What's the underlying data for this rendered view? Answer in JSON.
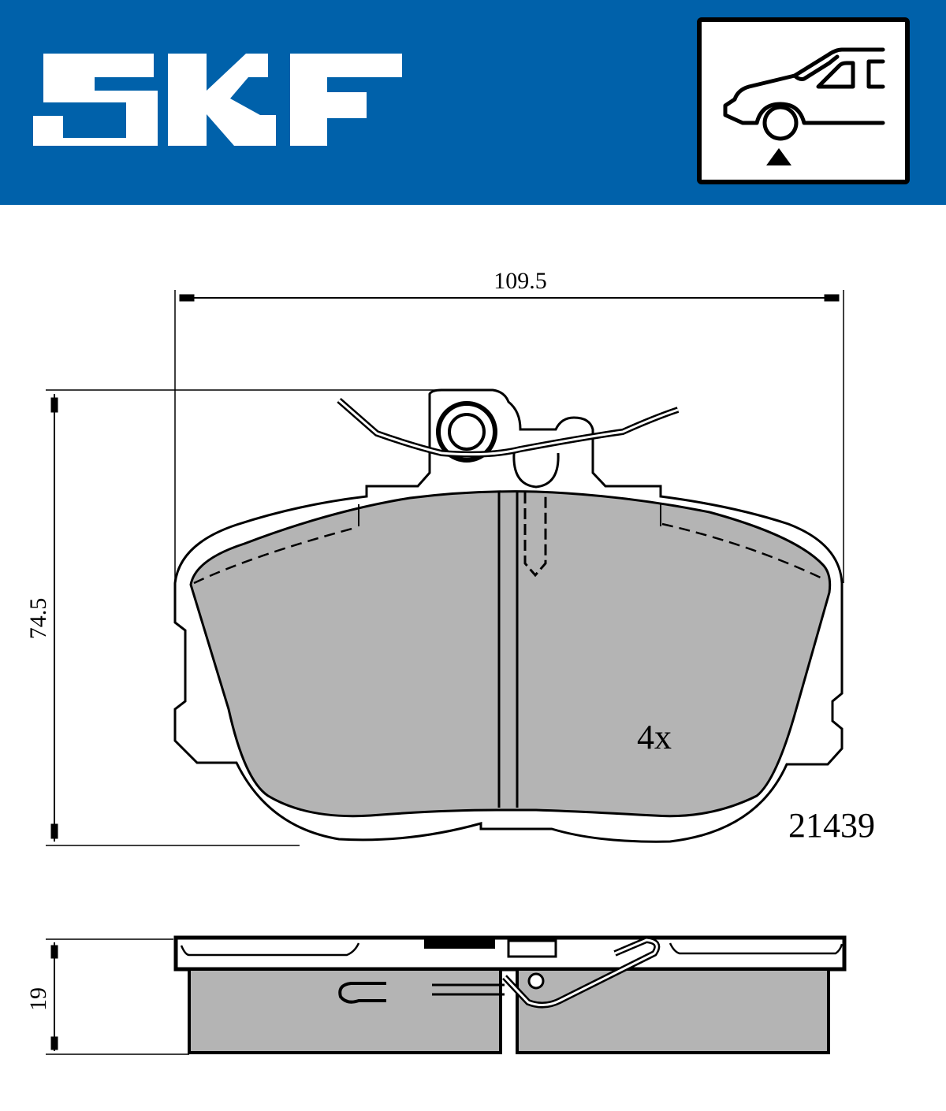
{
  "header": {
    "brand": "SKF",
    "background_color": "#0061aa",
    "position_icon": "front-axle-car-icon"
  },
  "drawing": {
    "top_view": {
      "width_dimension": "109.5",
      "height_dimension": "74.5",
      "quantity_label": "4x",
      "part_number": "21439"
    },
    "side_view": {
      "thickness_dimension": "19"
    },
    "colors": {
      "friction_fill": "#b4b4b4",
      "line": "#000000"
    }
  }
}
